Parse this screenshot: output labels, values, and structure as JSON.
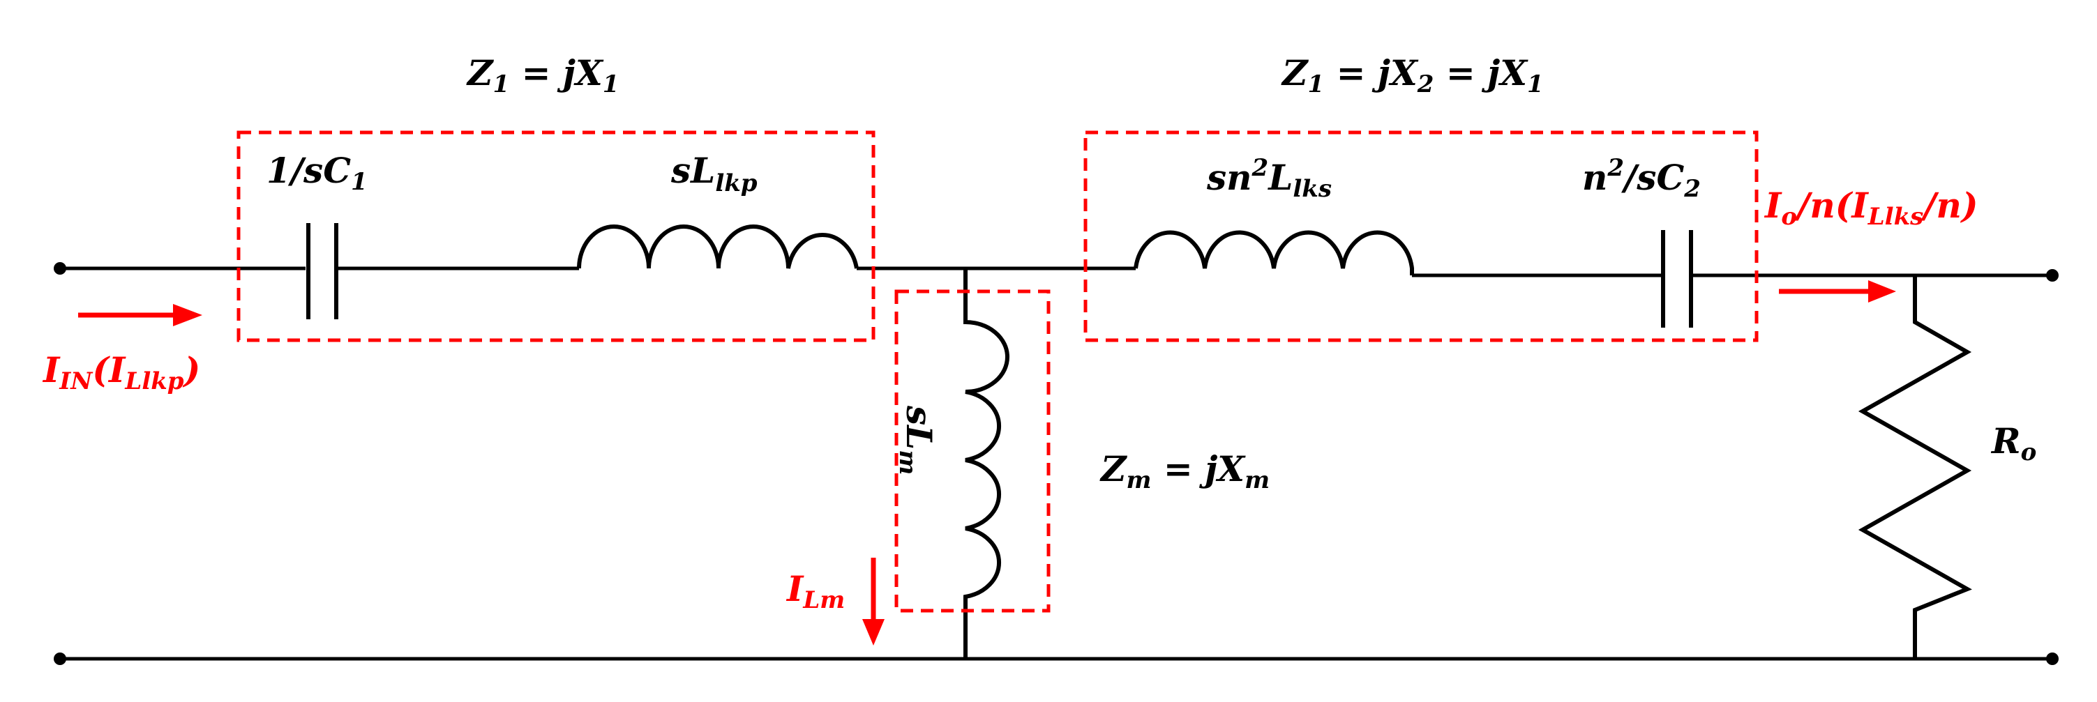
{
  "labels": {
    "z1_left": {
      "main": "Z",
      "sub": "1",
      "rest": " = jX",
      "sub2": "1"
    },
    "z1_right": {
      "main": "Z",
      "sub": "1",
      "rest1": " = jX",
      "sub2": "2",
      "rest2": " = jX",
      "sub3": "1"
    },
    "c1": {
      "main": "1/sC",
      "sub": "1"
    },
    "llkp": {
      "main": "sL",
      "sub": "lkp"
    },
    "llks": {
      "main": "sn",
      "sup": "2",
      "mid": "L",
      "sub": "lks"
    },
    "c2": {
      "main": "n",
      "sup": "2",
      "mid": "/sC",
      "sub": "2"
    },
    "io": {
      "main": "I",
      "sub": "o",
      "mid": "/n(I",
      "sub2": "Llks",
      "end": "/n)"
    },
    "iin": {
      "main": "I",
      "sub": "IN",
      "mid": "(I",
      "sub2": "Llkp",
      "end": ")"
    },
    "lm": {
      "main": "sL",
      "sub": "m"
    },
    "zm": {
      "main": "Z",
      "sub": "m",
      "rest": " = jX",
      "sub2": "m"
    },
    "ilm": {
      "main": "I",
      "sub": "Lm"
    },
    "ro": {
      "main": "R",
      "sub": "o"
    }
  },
  "colors": {
    "wire": "#000000",
    "accent": "#ff0000",
    "background": "#ffffff"
  }
}
